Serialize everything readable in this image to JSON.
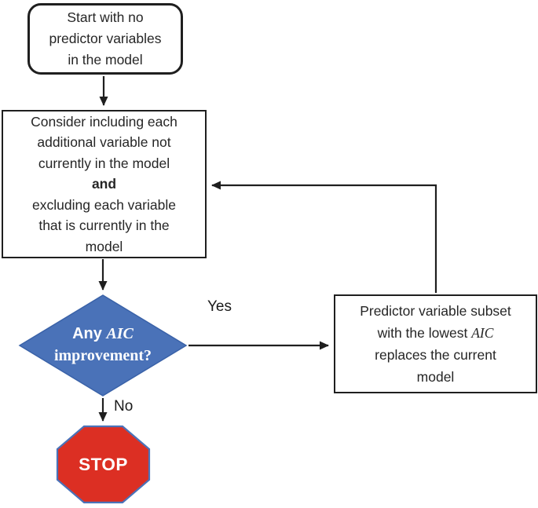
{
  "colors": {
    "diamond_fill": "#4a72b8",
    "diamond_border": "#3a62a8",
    "stop_fill": "#dc2f23",
    "stop_border": "#4a72b8",
    "connector": "#1f1f1f"
  },
  "start": {
    "lines": [
      "Start with no",
      "predictor variables",
      "in the model"
    ]
  },
  "process": {
    "lines": [
      "Consider including each",
      "additional variable not",
      "currently in the model",
      "and",
      "excluding each variable",
      "that is currently in the",
      "model"
    ]
  },
  "decision": {
    "line1_prefix": "Any ",
    "line1_italic": "AIC",
    "line2": "improvement?"
  },
  "update": {
    "line1": "Predictor variable subset",
    "line2_prefix": "with the lowest ",
    "line2_italic": "AIC",
    "line3": "replaces the current",
    "line4": "model"
  },
  "labels": {
    "yes": "Yes",
    "no": "No"
  },
  "stop": {
    "label": "STOP"
  }
}
